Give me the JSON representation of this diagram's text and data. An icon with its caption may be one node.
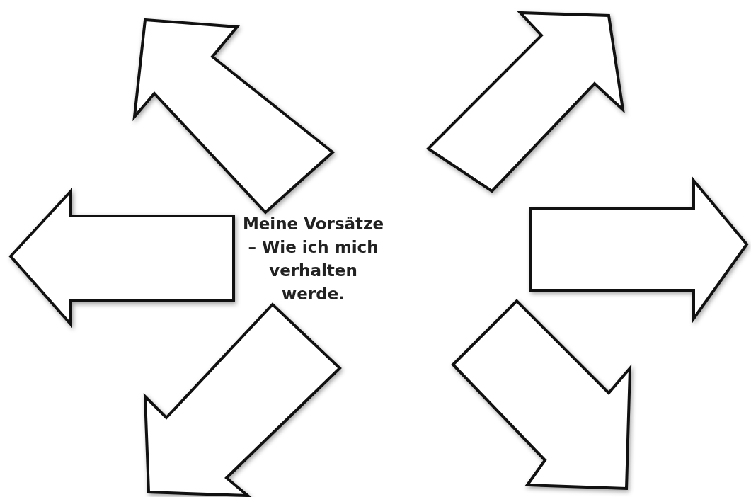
{
  "diagram": {
    "nodes": [
      {
        "text": [
          "Meine Vorsätze – Wie ich mich verhalten werde."
        ]
      },
      {
        "text": [],
        "shape": "arrow"
      },
      {
        "text": [],
        "shape": "arrow"
      },
      {
        "text": [],
        "shape": "arrow"
      },
      {
        "text": [],
        "shape": "arrow"
      },
      {
        "text": [],
        "shape": "arrow"
      },
      {
        "text": [],
        "shape": "arrow"
      }
    ]
  }
}
